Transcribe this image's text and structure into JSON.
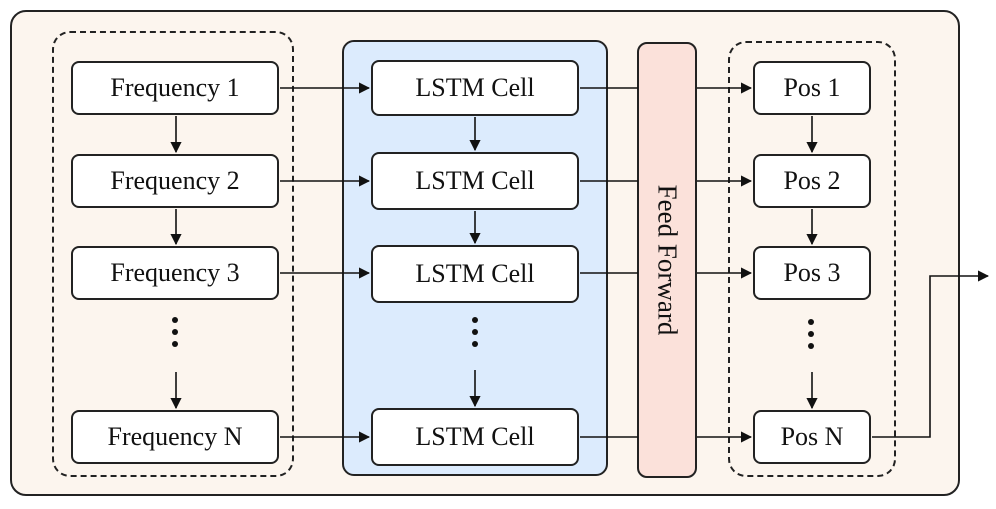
{
  "frequencies": {
    "items": [
      "Frequency 1",
      "Frequency 2",
      "Frequency 3",
      "Frequency N"
    ]
  },
  "lstm": {
    "items": [
      "LSTM Cell",
      "LSTM Cell",
      "LSTM Cell",
      "LSTM Cell"
    ]
  },
  "feed_forward": {
    "label": "Feed Forward"
  },
  "positions": {
    "items": [
      "Pos 1",
      "Pos 2",
      "Pos 3",
      "Pos N"
    ]
  },
  "colors": {
    "outer_bg": "#fcf5ee",
    "lstm_bg": "#dcebfd",
    "feed_forward_bg": "#fbe1da"
  }
}
